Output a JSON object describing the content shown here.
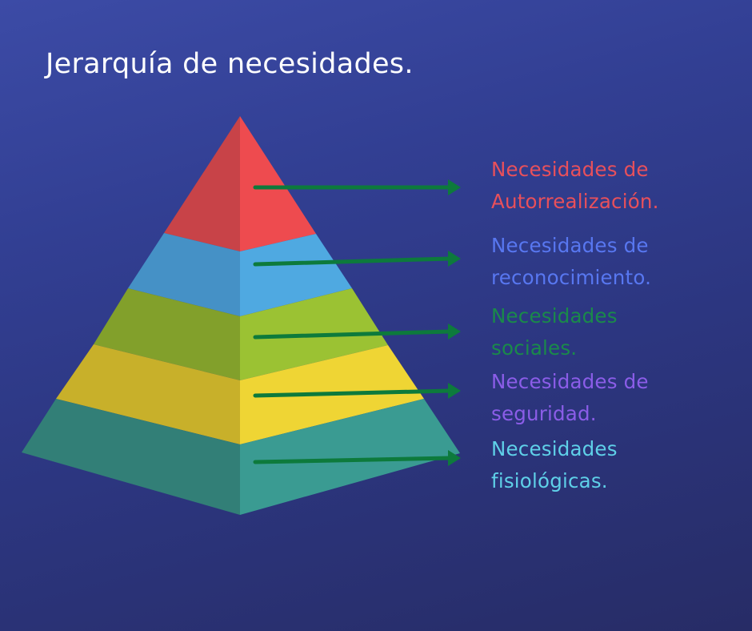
{
  "title": "Jerarquía de necesidades.",
  "levels": [
    {
      "line1": "Necesidades de",
      "line2": "Autorrealización.",
      "color": "#e8505b",
      "face_left": "#c84348",
      "face_right": "#ee4b4f"
    },
    {
      "line1": "Necesidades de",
      "line2": "reconocimiento.",
      "color": "#5877f0",
      "face_left": "#4591c6",
      "face_right": "#4fa9e1"
    },
    {
      "line1": "Necesidades",
      "line2": "sociales.",
      "color": "#1a8a4a",
      "face_left": "#82a02b",
      "face_right": "#9bc233"
    },
    {
      "line1": "Necesidades de",
      "line2": "seguridad.",
      "color": "#8b5de8",
      "face_left": "#c8b02a",
      "face_right": "#efd534"
    },
    {
      "line1": "Necesidades",
      "line2": "fisiológicas.",
      "color": "#5fd0e8",
      "face_left": "#327f77",
      "face_right": "#3a9b92"
    }
  ],
  "arrow_color": "#0d7a3c"
}
